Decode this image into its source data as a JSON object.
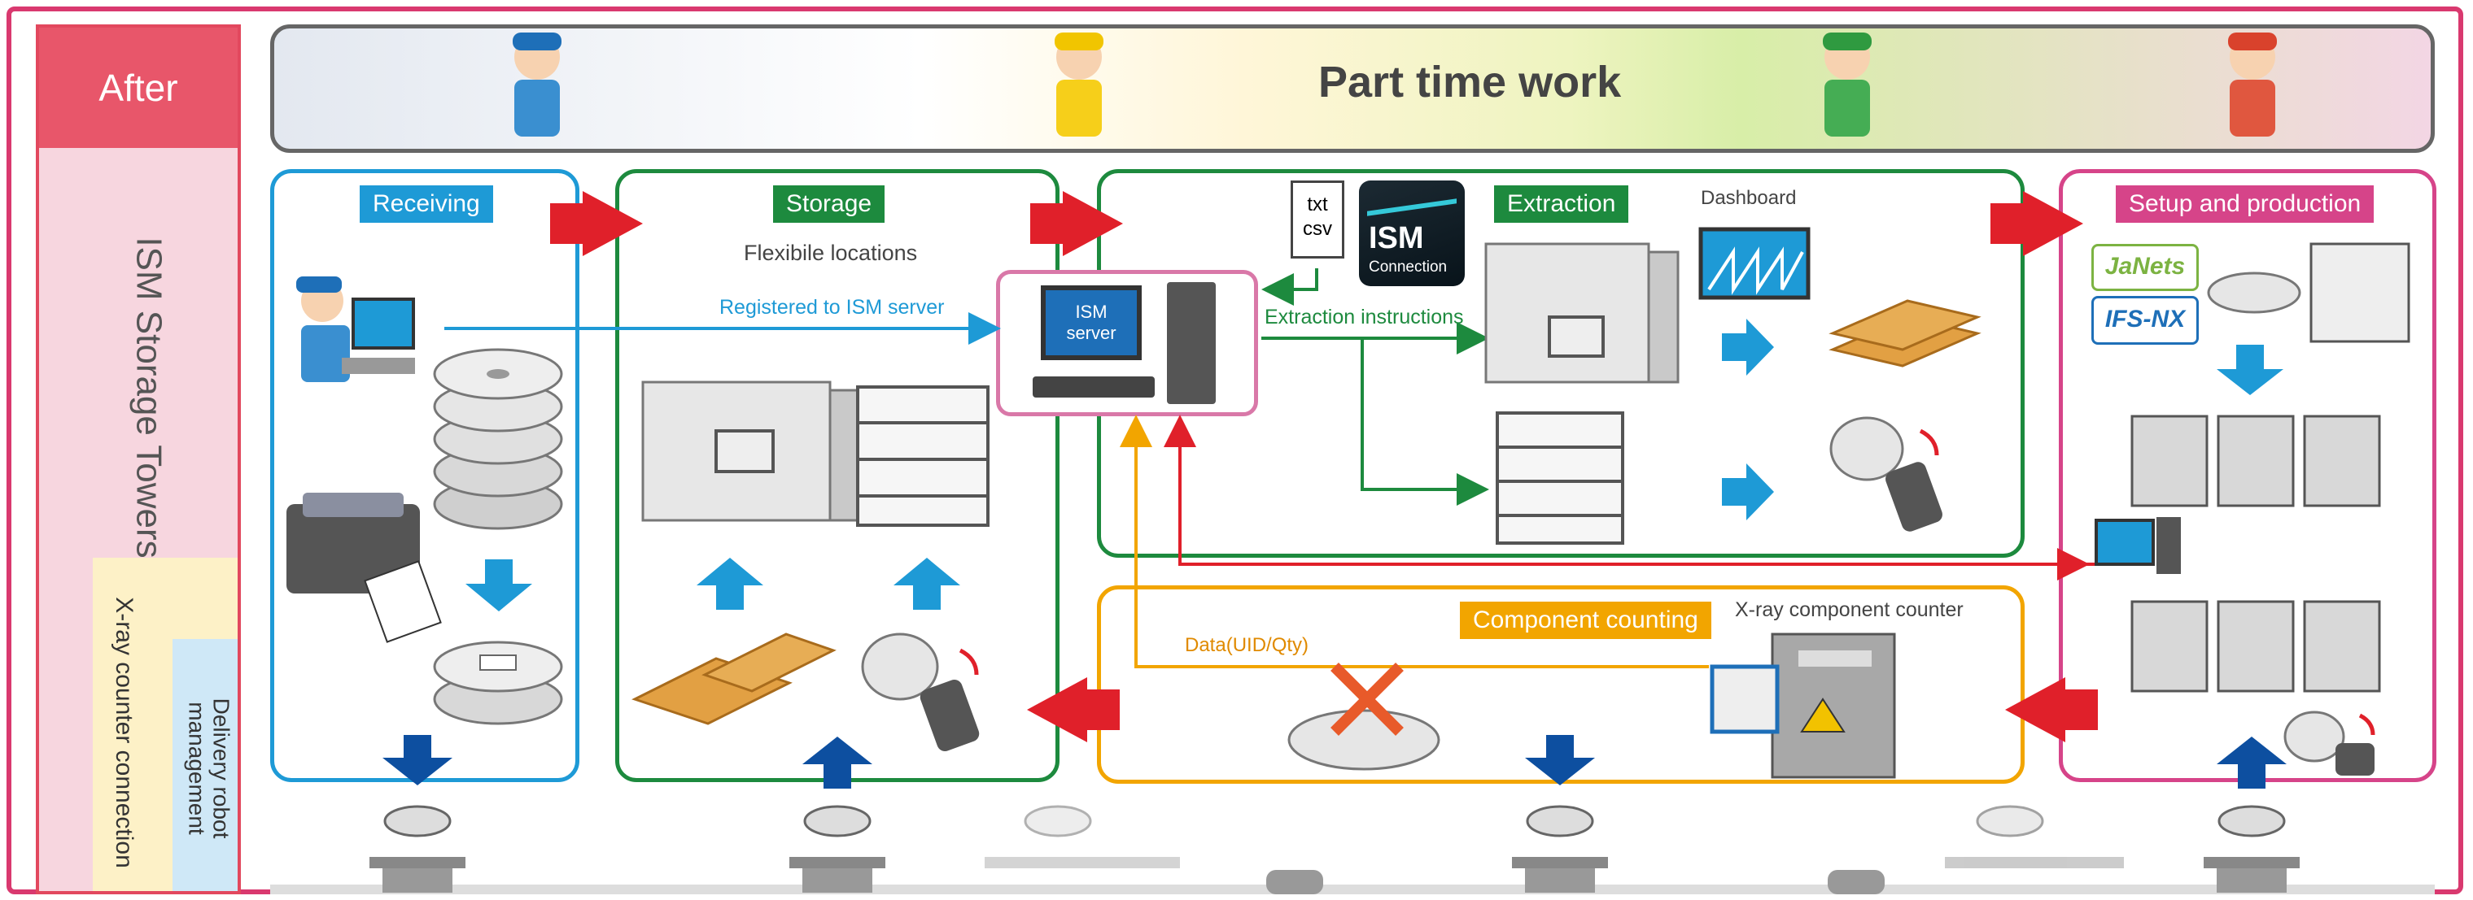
{
  "sidebar": {
    "after_label": "After",
    "ism_storage_towers": "ISM Storage Towers",
    "xray_counter_connection": "X-ray counter connection",
    "delivery_robot_management": "Delivery robot\nmanagement"
  },
  "banner": {
    "title": "Part time work"
  },
  "sections": {
    "receiving": "Receiving",
    "storage": "Storage",
    "extraction": "Extraction",
    "setup": "Setup and production",
    "counting": "Component counting"
  },
  "storage": {
    "subtitle": "Flexibile locations"
  },
  "flow_labels": {
    "registered": "Registered to ISM server",
    "extraction_instructions": "Extraction instructions",
    "data_uid_qty": "Data(UID/Qty)",
    "dashboard": "Dashboard",
    "xray_counter": "X-ray component counter"
  },
  "ism_server": {
    "label": "ISM\nserver"
  },
  "file_icon": {
    "label": "txt\ncsv"
  },
  "ism_connection": {
    "big": "ISM",
    "small": "Connection"
  },
  "badges": {
    "janets": "JaNets",
    "ifs_nx": "IFS-NX"
  },
  "colors": {
    "blue": "#1e9ad6",
    "green": "#1d8a3e",
    "orange": "#f2a500",
    "pink": "#d64489",
    "red": "#e0202a",
    "dark_blue": "#0d4fa0"
  }
}
